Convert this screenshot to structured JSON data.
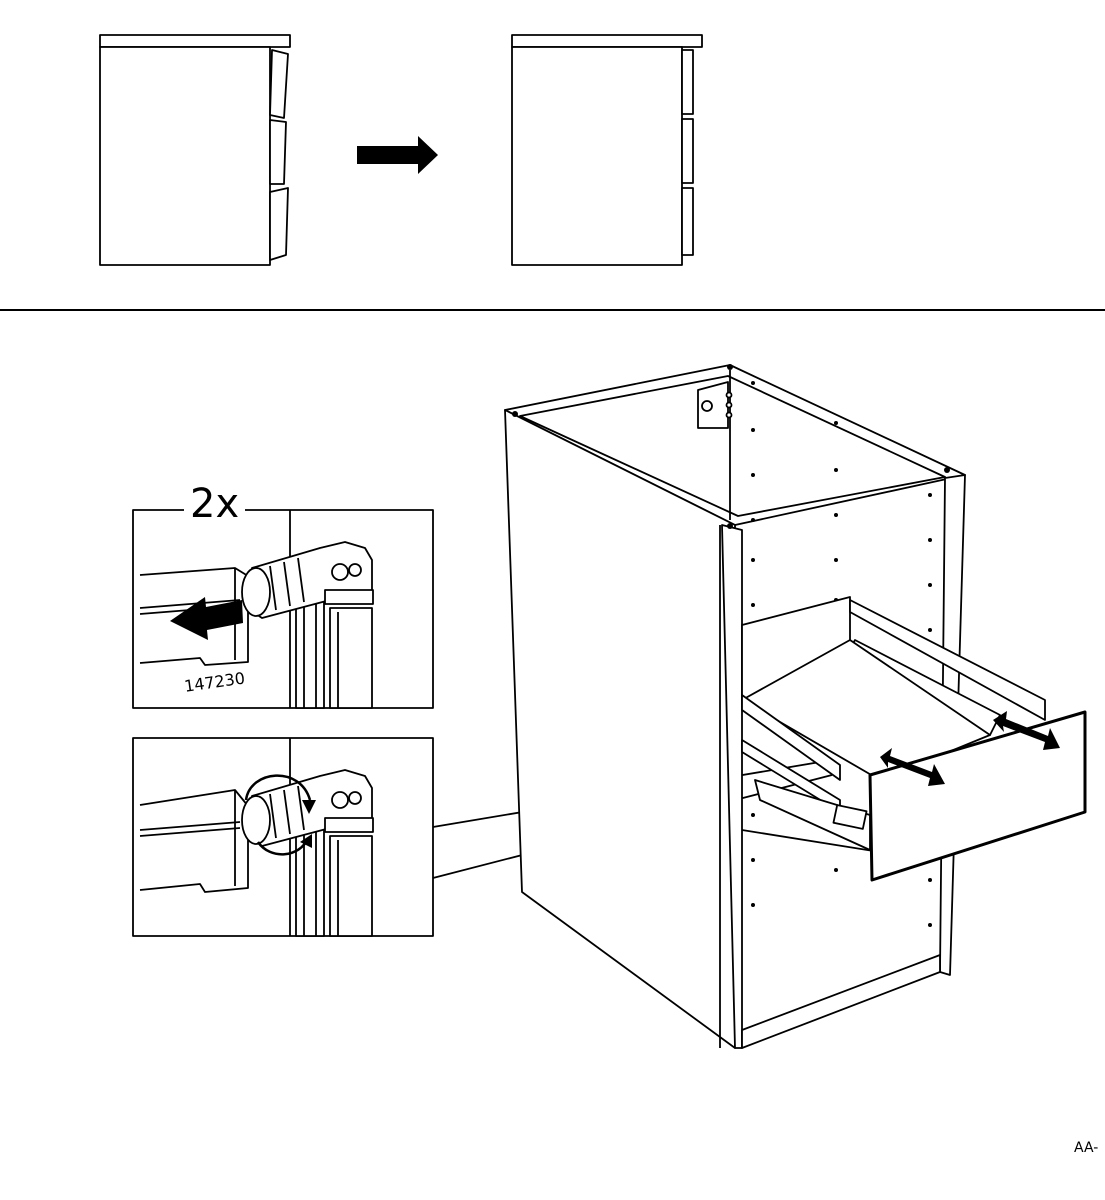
{
  "labels": {
    "quantity": "2x",
    "part_number": "147230",
    "document_code": "AA-"
  },
  "icons": {
    "transition_arrow": "right-arrow-icon",
    "pull_out_arrow": "left-arrow-icon",
    "rotate_indicator": "rotate-icon",
    "adjust_arrows": "double-headed-arrow-icon"
  },
  "colors": {
    "line": "#000000",
    "background": "#ffffff"
  }
}
